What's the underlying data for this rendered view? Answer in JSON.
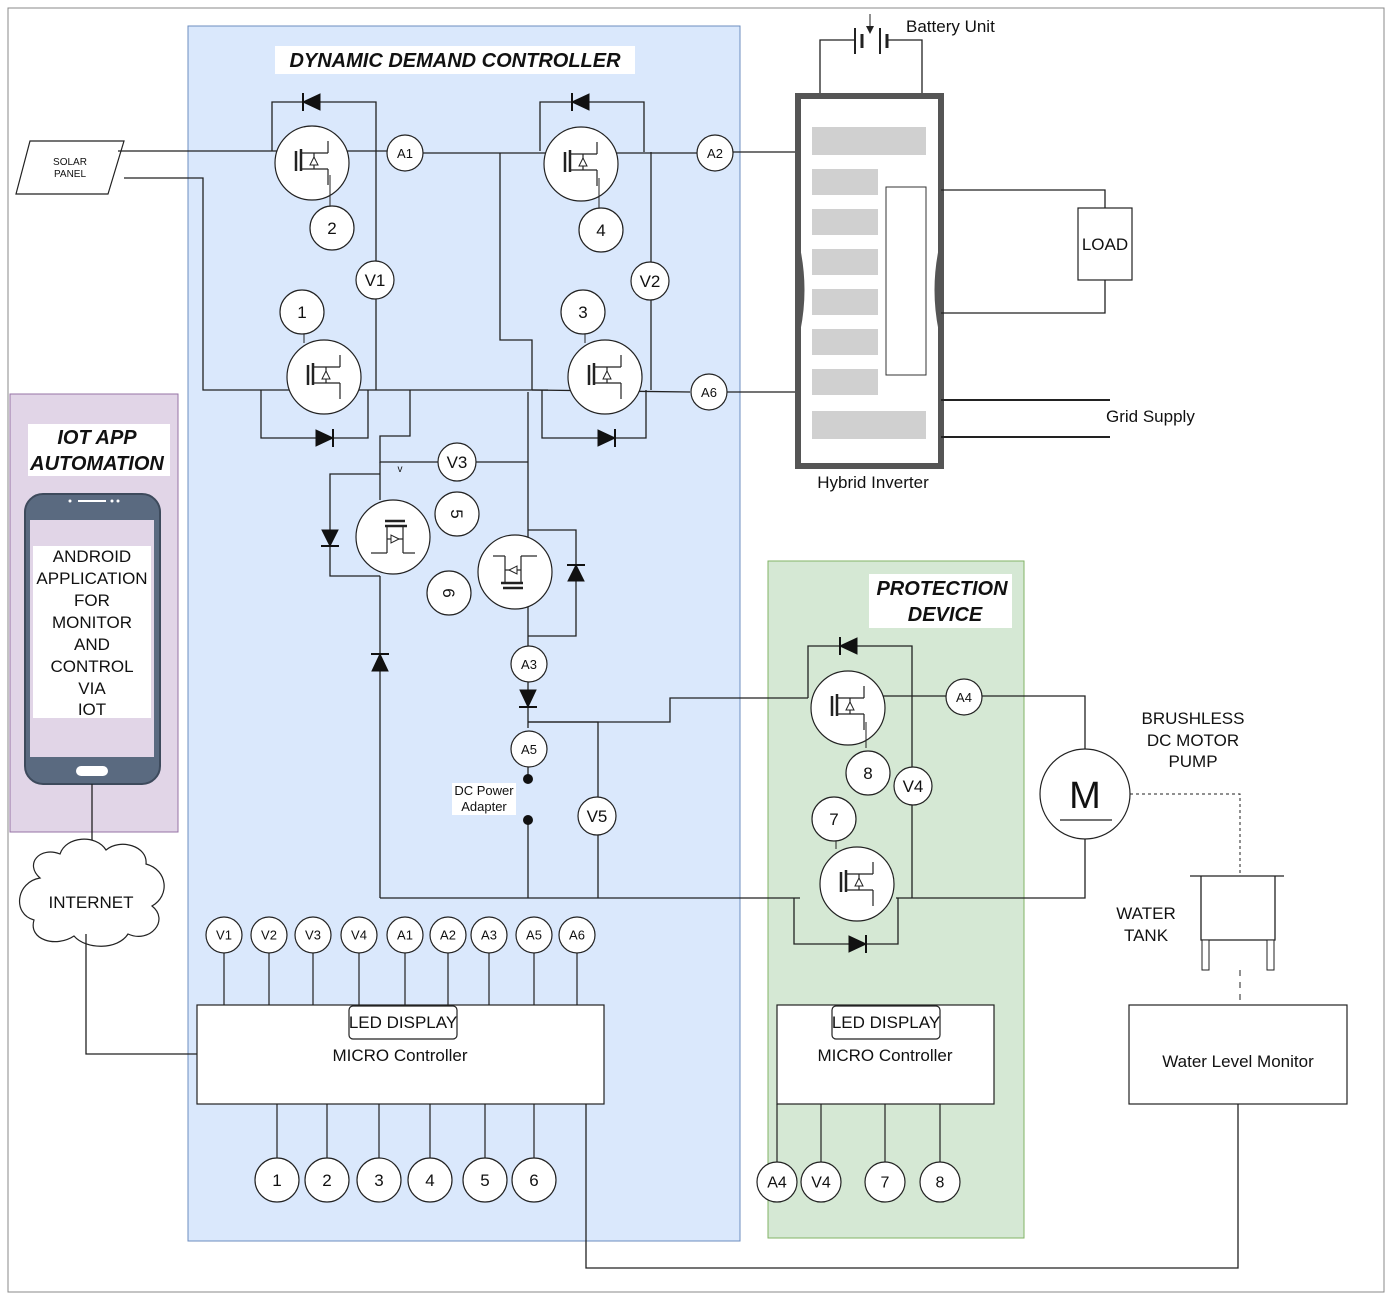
{
  "panels": {
    "dynamic_demand_controller": "DYNAMIC DEMAND CONTROLLER",
    "protection_device_line1": "PROTECTION",
    "protection_device_line2": "DEVICE",
    "iot_line1": "IOT APP",
    "iot_line2": "AUTOMATION"
  },
  "phone": {
    "text_lines": [
      "ANDROID",
      "APPLICATION",
      "FOR",
      "MONITOR",
      "AND",
      "CONTROL",
      "VIA",
      "IOT"
    ]
  },
  "components": {
    "solar_panel_line1": "SOLAR",
    "solar_panel_line2": "PANEL",
    "battery_unit": "Battery Unit",
    "load": "LOAD",
    "grid_supply": "Grid Supply",
    "hybrid_inverter": "Hybrid Inverter",
    "internet": "INTERNET",
    "dc_power_line1": "DC Power",
    "dc_power_line2": "Adapter",
    "motor_symbol": "M",
    "motor_label_lines": [
      "BRUSHLESS",
      "DC MOTOR",
      "PUMP"
    ],
    "water_tank_line1": "WATER",
    "water_tank_line2": "TANK",
    "water_level_monitor": "Water Level Monitor",
    "stray_v": "v"
  },
  "controllers": {
    "main": {
      "display": "LED DISPLAY",
      "label": "MICRO Controller"
    },
    "protection": {
      "display": "LED DISPLAY",
      "label": "MICRO Controller"
    }
  },
  "meters": {
    "A1": "A1",
    "A2": "A2",
    "A3": "A3",
    "A4": "A4",
    "A5": "A5",
    "A6": "A6",
    "V1": "V1",
    "V2": "V2",
    "V3": "V3",
    "V4": "V4",
    "V5": "V5"
  },
  "switch_labels": {
    "s1": "1",
    "s2": "2",
    "s3": "3",
    "s4": "4",
    "s5": "5",
    "s6": "6",
    "s7": "7",
    "s8": "8"
  },
  "main_inputs": [
    "V1",
    "V2",
    "V3",
    "V4",
    "A1",
    "A2",
    "A3",
    "A5",
    "A6"
  ],
  "main_outputs": [
    "1",
    "2",
    "3",
    "4",
    "5",
    "6"
  ],
  "protection_outputs": [
    "A4",
    "V4",
    "7",
    "8"
  ]
}
